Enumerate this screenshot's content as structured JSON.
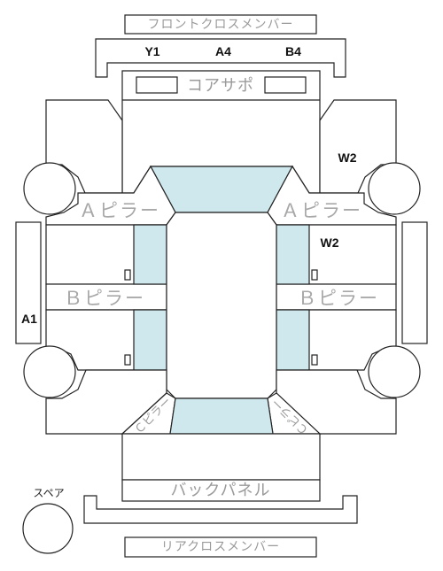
{
  "labels": {
    "front_cross_member": "フロントクロスメンバー",
    "core_support": "コアサポ",
    "a_pillar_left": "Ａピラー",
    "a_pillar_right": "Ａピラー",
    "b_pillar_left": "Ｂピラー",
    "b_pillar_right": "Ｂピラー",
    "c_pillar_left": "Ｃピラー",
    "c_pillar_right": "Ｃピラー",
    "back_panel": "バックパネル",
    "spare": "スペア",
    "rear_cross_member": "リアクロスメンバー"
  },
  "codes": {
    "front_left": "Y1",
    "front_center": "A4",
    "front_right": "B4",
    "right_fender": "W2",
    "right_front_door": "W2",
    "left_side": "A1"
  },
  "colors": {
    "glass": "#cfe8ee",
    "outline": "#222222",
    "label_gray": "#9a9a9a"
  }
}
